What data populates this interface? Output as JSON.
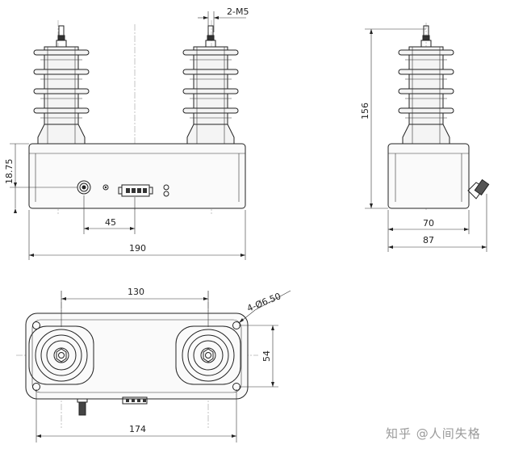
{
  "dimensions": {
    "thread": "2-M5",
    "height_offset": "18.75",
    "connector_offset": "45",
    "front_width": "190",
    "side_height": "156",
    "side_body_width": "70",
    "side_total_width": "87",
    "hole_spacing": "130",
    "holes": "4-Ø6.50",
    "plan_depth": "54",
    "plan_width": "174"
  },
  "watermark": "知乎 @人间失格"
}
